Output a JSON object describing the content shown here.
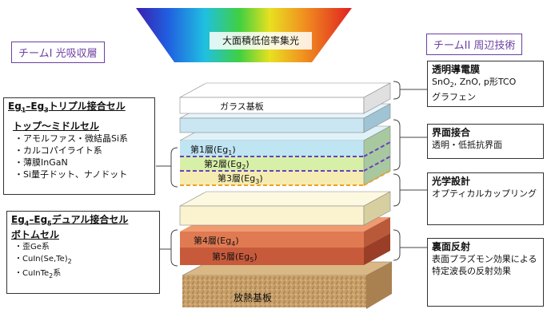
{
  "spectrum_label": "大面積低倍率集光",
  "team1": "チームI 光吸収層",
  "team2": "チームII 周辺技術",
  "layers": {
    "glass": "ガラス基板",
    "layer1": "第1層(Eg",
    "layer1_sub": "1",
    "layer2": "第2層(Eg",
    "layer2_sub": "2",
    "layer3": "第3層(Eg",
    "layer3_sub": "3",
    "layer4": "第4層(Eg",
    "layer4_sub": "4",
    "layer5": "第5層(Eg",
    "layer5_sub": "5",
    "close": ")",
    "heatsink": "放熱基板"
  },
  "left_top": {
    "h_a": "Eg",
    "h_a_sub": "1",
    "h_b": "–Eg",
    "h_b_sub": "3",
    "h_c": "トリプル接合セル",
    "subhead": "トップ～ミドルセル",
    "items": [
      "・アモルファス・微結晶Si系",
      "・カルコパイライト系",
      "・薄膜InGaN",
      "・Si量子ドット、ナノドット"
    ]
  },
  "left_bottom": {
    "h_a": "Eg",
    "h_a_sub": "4",
    "h_b": "–Eg",
    "h_b_sub": "5",
    "h_c": "デュアル接合セル",
    "subhead": "ボトムセル",
    "item1": "・歪Ge系",
    "item2_a": "・CuIn(Se,Te)",
    "item2_sub": "2",
    "item3_a": "・CuInTe",
    "item3_sub": "2",
    "item3_b": "系"
  },
  "right": {
    "tco_title": "透明導電膜",
    "tco_a": "SnO",
    "tco_sub": "2",
    "tco_b": ", ZnO, p形TCO",
    "tco_line2": "グラフェン",
    "interface_title": "界面接合",
    "interface_text": "透明・低抵抗界面",
    "optics_title": "光学設計",
    "optics_text": "オプティカルカップリング",
    "reflect_title": "裏面反射",
    "reflect_text": "表面プラズモン効果による特定波長の反射効果"
  },
  "colors": {
    "team_purple": "#6b3fa0",
    "glass": "#ffffff",
    "layer_blue": "#c9e6f2",
    "layer1": "#bfe4f2",
    "layer2": "#d7f0a8",
    "layer3": "#f4ecb0",
    "dash_purple": "#6a3fbf",
    "dash_orange": "#f0a020",
    "cream": "#fbf3cf",
    "layer4": "#e07a52",
    "layer5": "#c85a3c",
    "heatsink": "#c9a06a"
  }
}
